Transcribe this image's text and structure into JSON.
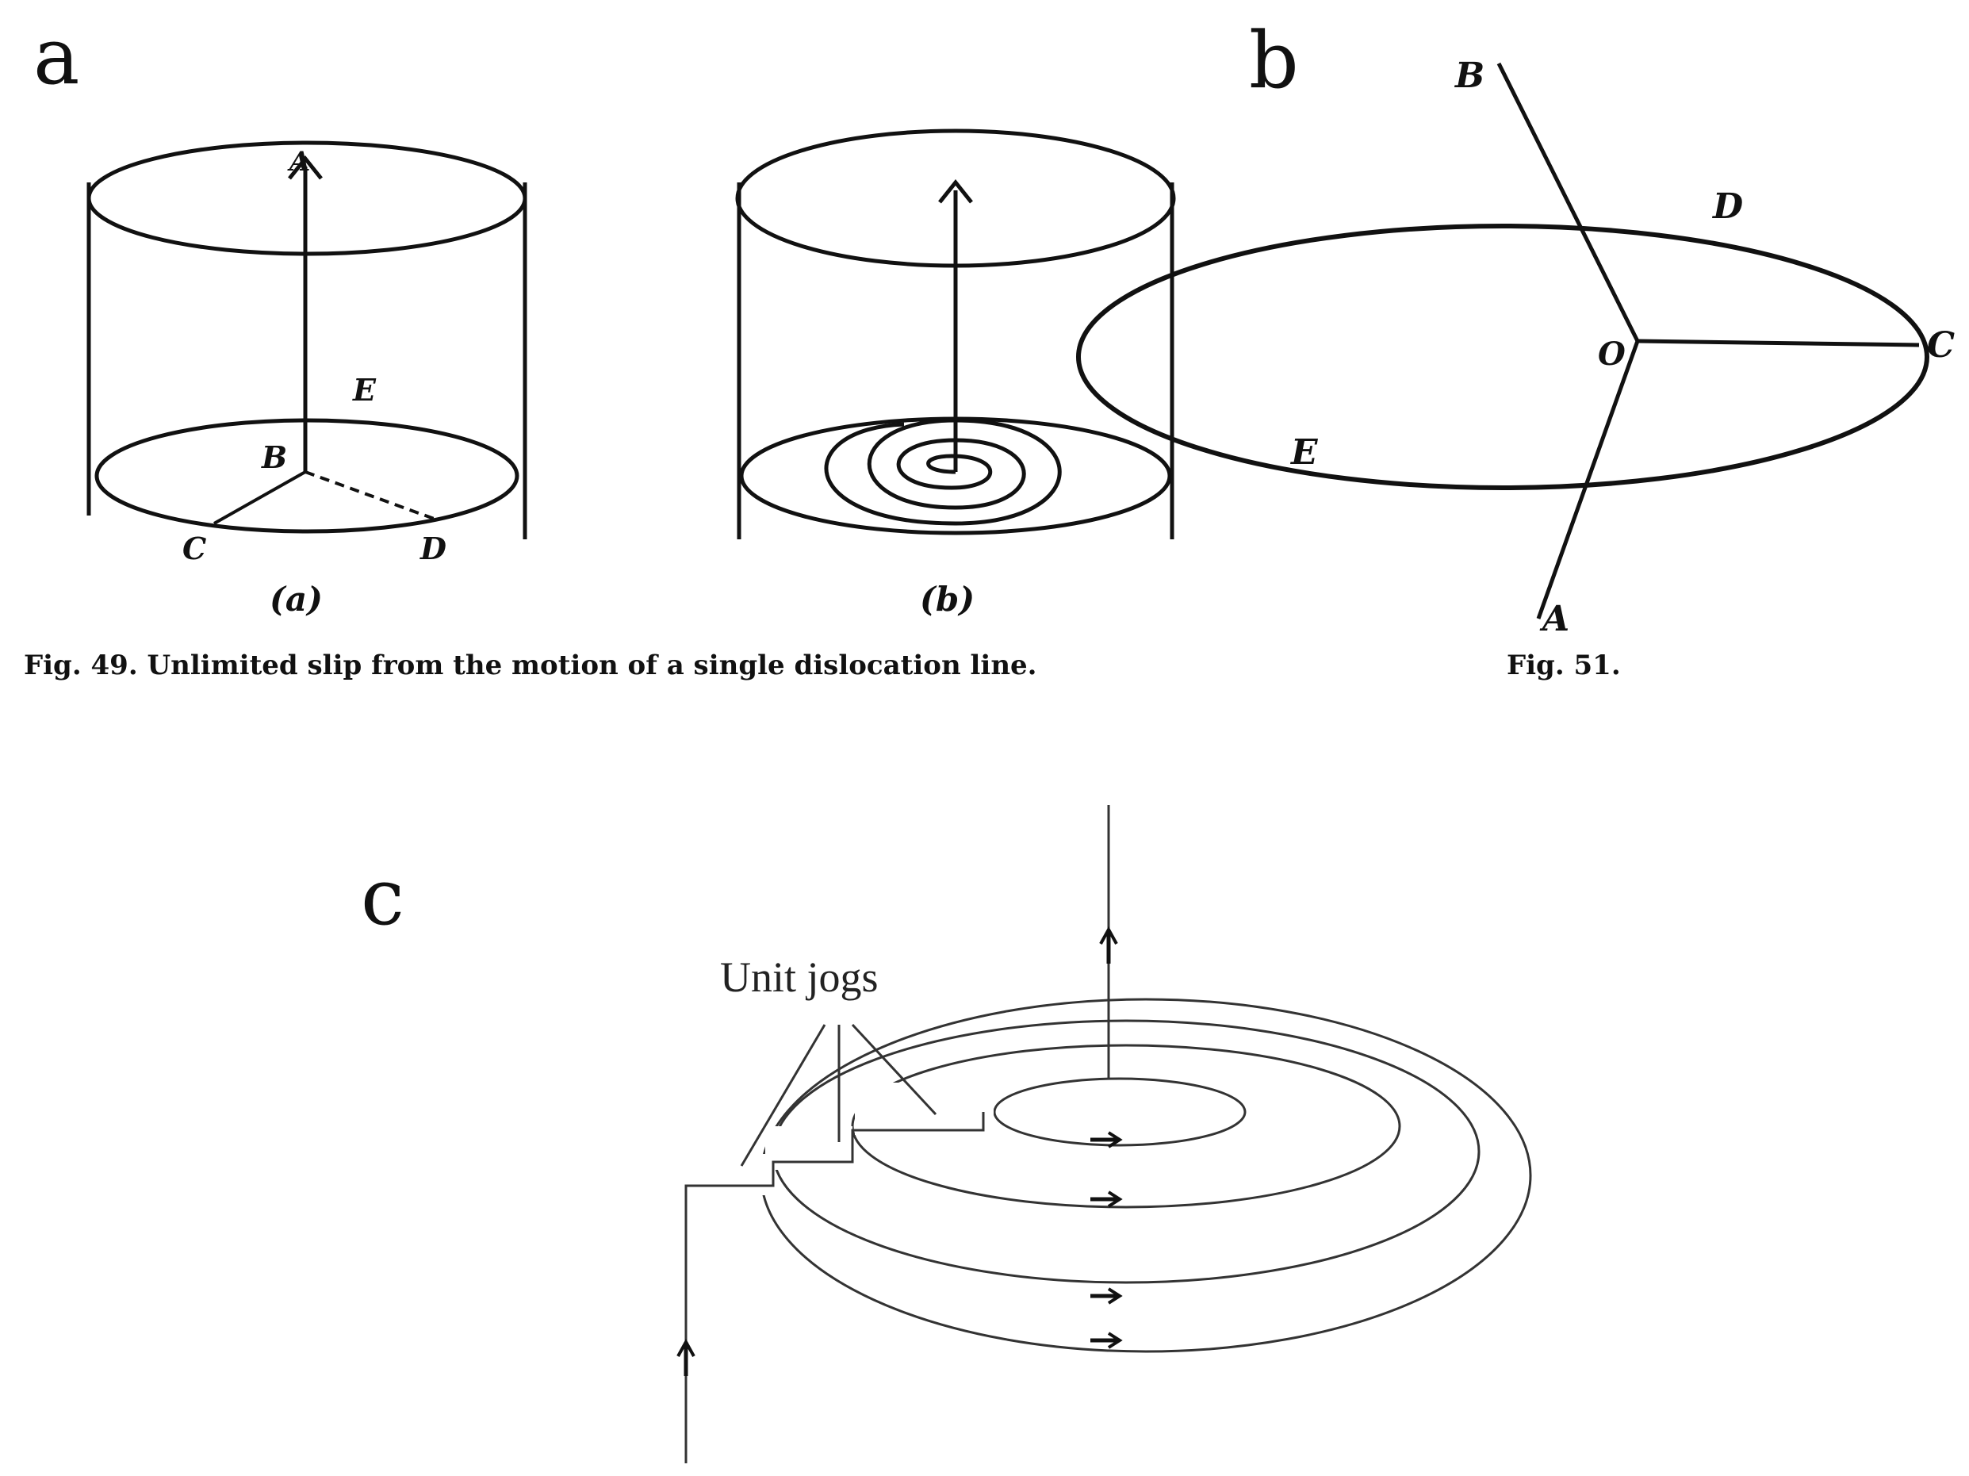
{
  "panels": {
    "a": {
      "letter": "a",
      "labels": {
        "A": "A",
        "B": "B",
        "C": "C",
        "D": "D",
        "E": "E"
      },
      "sub_a": "(a)",
      "sub_b": "(b)",
      "caption": "Fig. 49. Unlimited slip from the motion of a single dislocation line."
    },
    "b": {
      "letter": "b",
      "labels": {
        "A": "A",
        "B": "B",
        "C": "C",
        "D": "D",
        "E": "E",
        "O": "O"
      },
      "caption": "Fig. 51."
    },
    "c": {
      "letter": "c",
      "annotation": "Unit jogs"
    }
  }
}
